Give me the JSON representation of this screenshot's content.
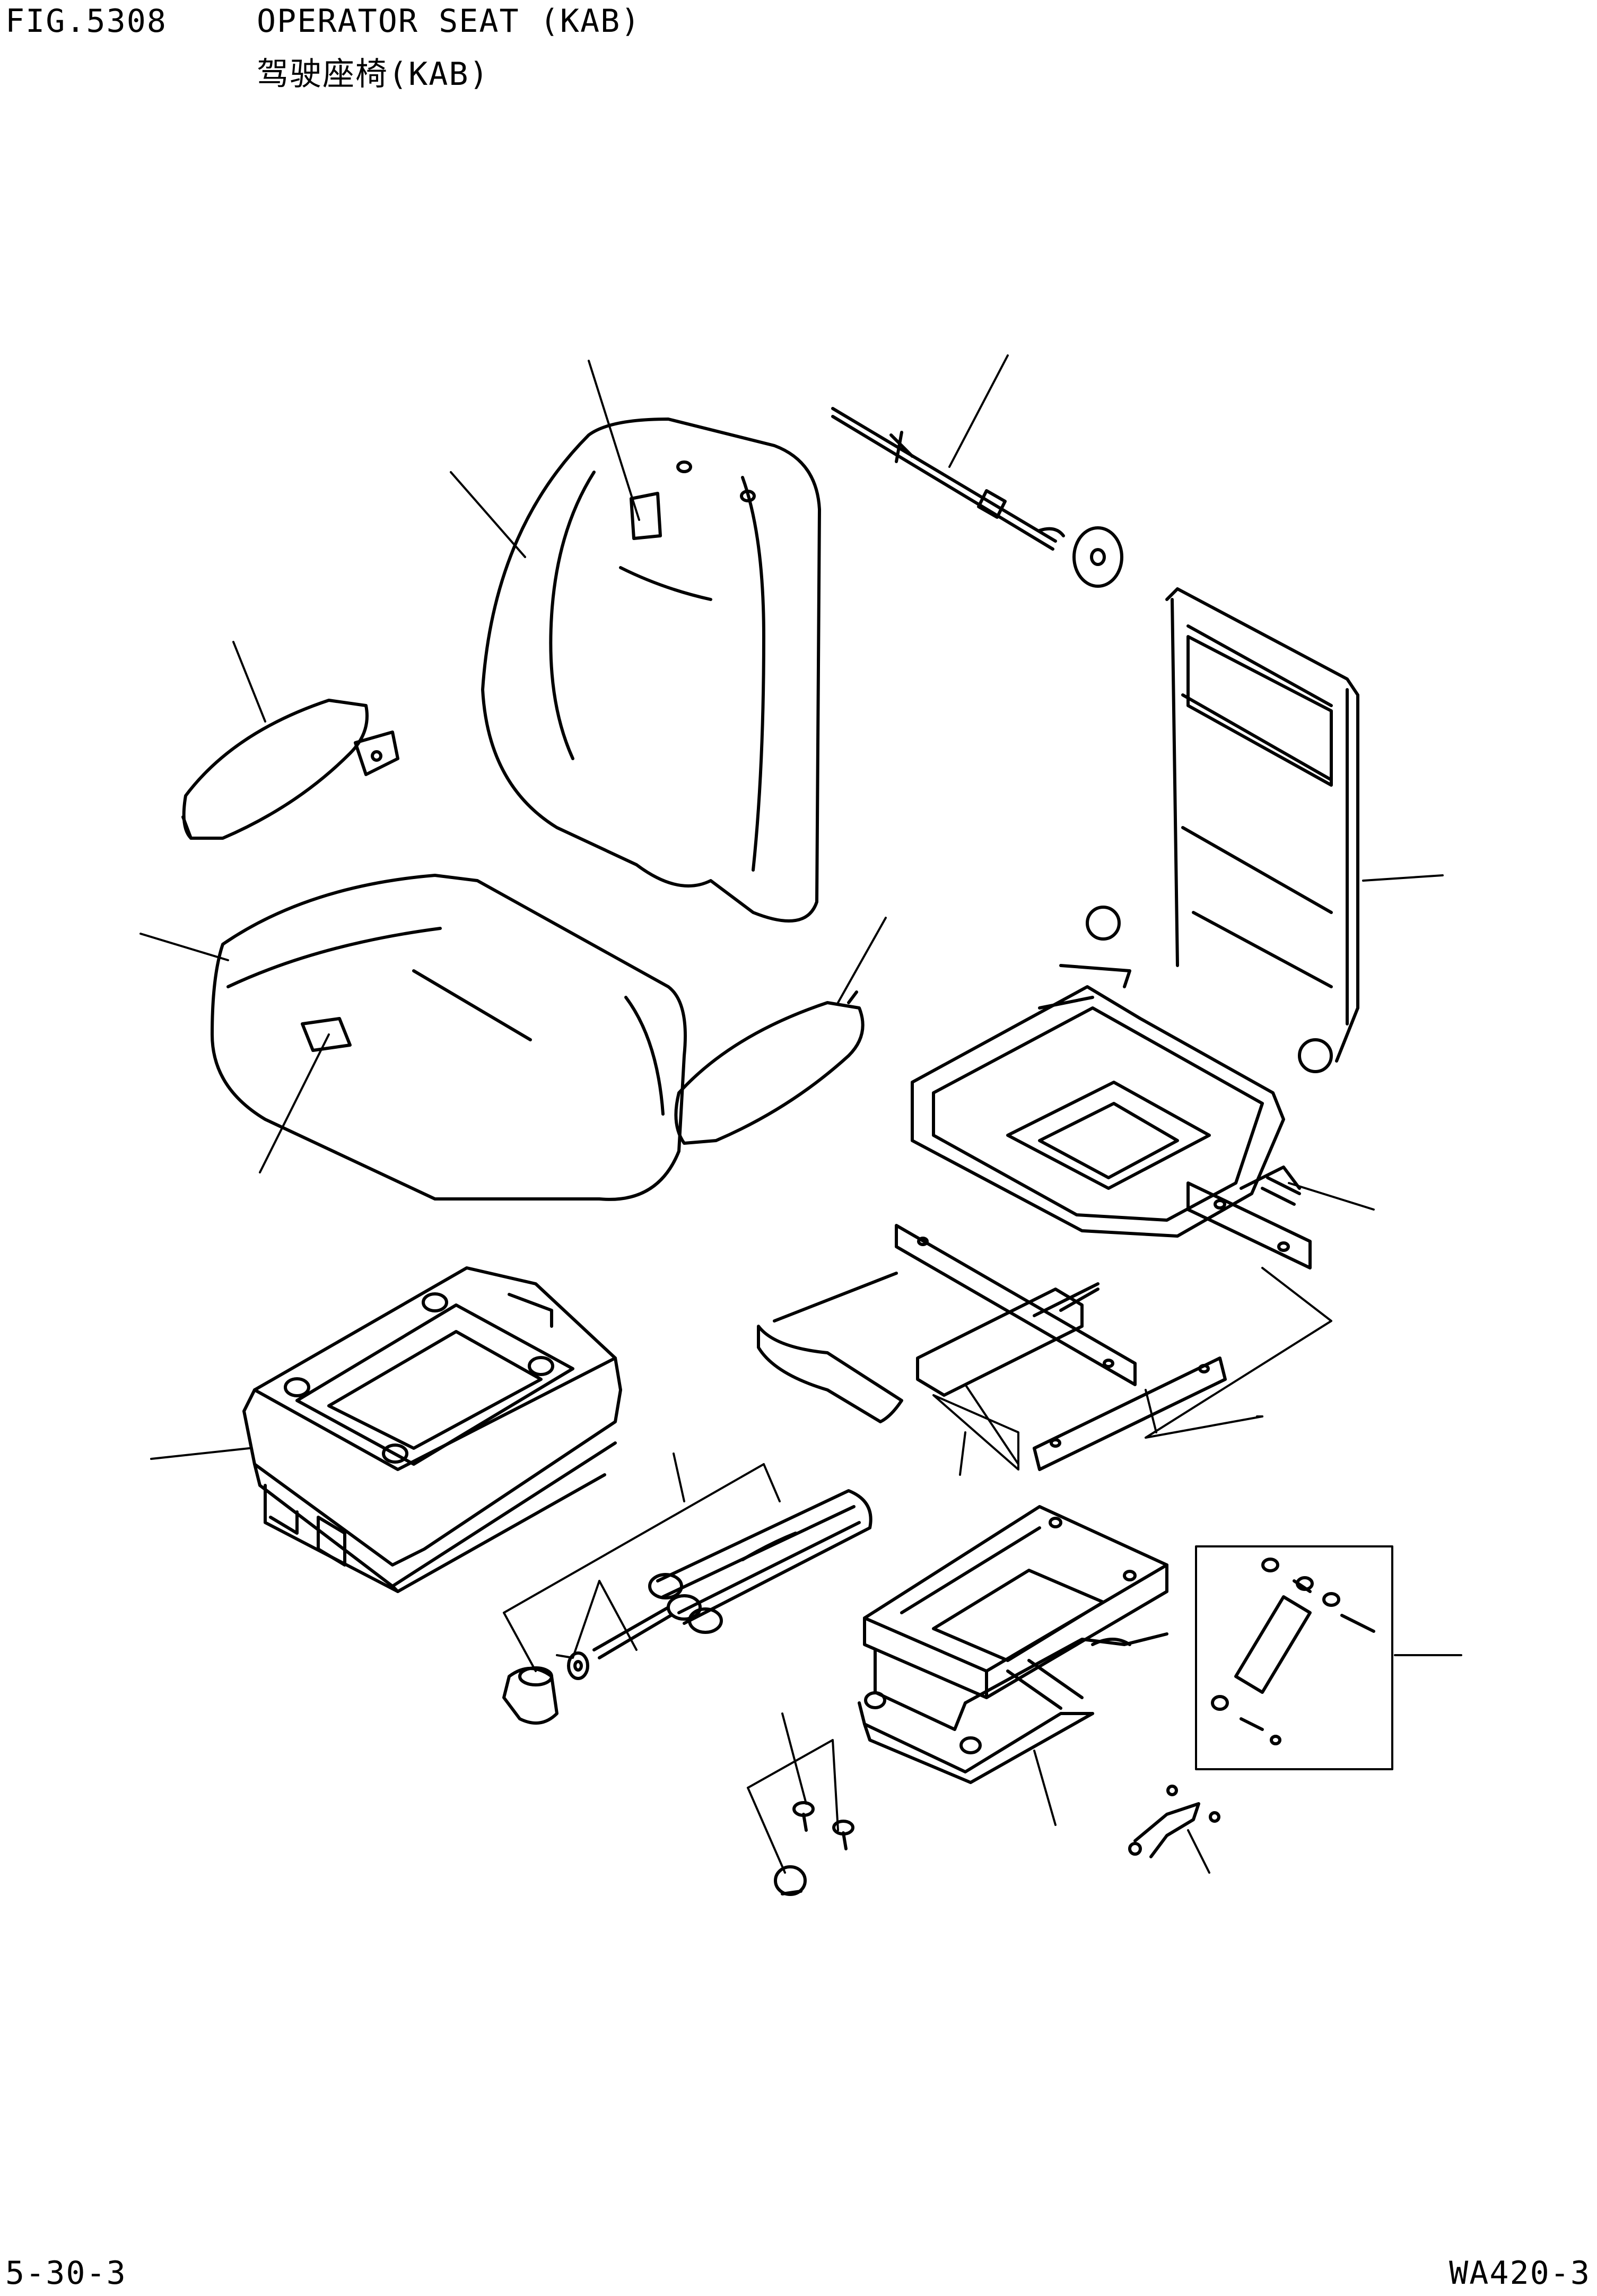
{
  "header": {
    "fig_number": "FIG.5308",
    "title_en": "OPERATOR SEAT (KAB)",
    "title_zh": "驾驶座椅(KAB)"
  },
  "footer": {
    "page_number": "5-30-3",
    "model_code": "WA420-3"
  },
  "colors": {
    "line": "#000000",
    "background": "#ffffff"
  }
}
